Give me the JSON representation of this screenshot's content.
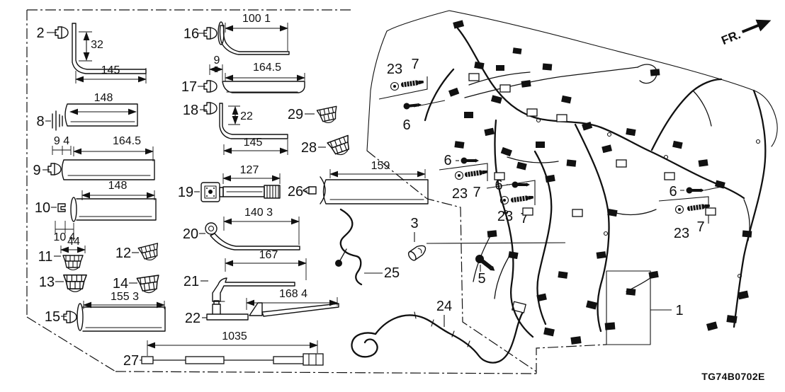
{
  "code": "TG74B0702E",
  "fr": "FR.",
  "callouts": {
    "1": "1",
    "2": "2",
    "3": "3",
    "5": "5",
    "6": "6",
    "7": "7",
    "8": "8",
    "9": "9",
    "10": "10",
    "11": "11",
    "12": "12",
    "13": "13",
    "14": "14",
    "15": "15",
    "16": "16",
    "17": "17",
    "18": "18",
    "19": "19",
    "20": "20",
    "21": "21",
    "22": "22",
    "23": "23",
    "24": "24",
    "25": "25",
    "26": "26",
    "27": "27",
    "28": "28",
    "29": "29"
  },
  "dims": {
    "p2_rise": "32",
    "p2_run": "145",
    "p8_len": "148",
    "p9_offsets": "9 4",
    "p9_len": "164.5",
    "p10_len": "148",
    "p10_offsets": "10 4",
    "p11_w": "44",
    "p15_len": "155 3",
    "p16_len": "100 1",
    "p17_off": "9",
    "p17_len": "164.5",
    "p18_rise": "22",
    "p18_len": "145",
    "p19_len": "127",
    "p20_len": "140 3",
    "p21_len": "167",
    "p22_len": "168 4",
    "p26_len": "159",
    "p27_len": "1035"
  }
}
